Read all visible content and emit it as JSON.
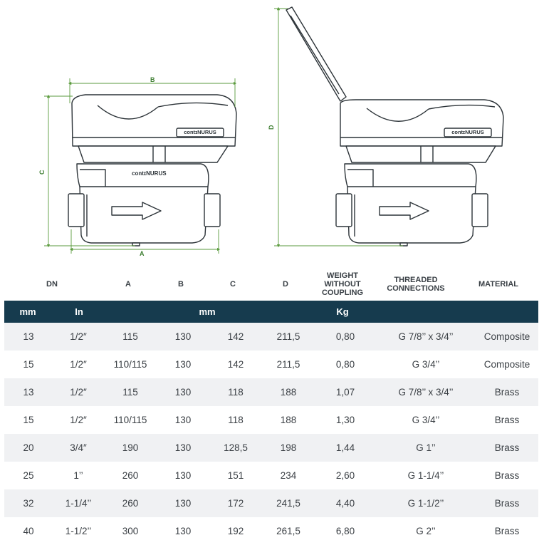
{
  "drawing": {
    "dim_labels": {
      "a": "A",
      "b": "B",
      "c": "C",
      "d": "D"
    },
    "brand": "contɪNURUS",
    "accent_color": "#5a9a3c"
  },
  "header": {
    "dn": "DN",
    "a": "A",
    "b": "B",
    "c": "C",
    "d": "D",
    "weight": "WEIGHT WITHOUT COUPLING",
    "threaded": "THREADED CONNECTIONS",
    "material": "MATERIAL"
  },
  "units": {
    "mm": "mm",
    "in": "In",
    "mm2": "mm",
    "kg": "Kg"
  },
  "rows": [
    [
      "13",
      "1/2″",
      "115",
      "130",
      "142",
      "211,5",
      "0,80",
      "G 7/8’’ x 3/4’’",
      "Composite"
    ],
    [
      "15",
      "1/2″",
      "110/115",
      "130",
      "142",
      "211,5",
      "0,80",
      "G 3/4’’",
      "Composite"
    ],
    [
      "13",
      "1/2″",
      "115",
      "130",
      "118",
      "188",
      "1,07",
      "G 7/8’’ x 3/4’’",
      "Brass"
    ],
    [
      "15",
      "1/2″",
      "110/115",
      "130",
      "118",
      "188",
      "1,30",
      "G 3/4’’",
      "Brass"
    ],
    [
      "20",
      "3/4″",
      "190",
      "130",
      "128,5",
      "198",
      "1,44",
      "G 1’’",
      "Brass"
    ],
    [
      "25",
      "1’’",
      "260",
      "130",
      "151",
      "234",
      "2,60",
      "G 1-1/4’’",
      "Brass"
    ],
    [
      "32",
      "1-1/4’’",
      "260",
      "130",
      "172",
      "241,5",
      "4,40",
      "G 1-1/2’’",
      "Brass"
    ],
    [
      "40",
      "1-1/2’’",
      "300",
      "130",
      "192",
      "261,5",
      "6,80",
      "G 2’’",
      "Brass"
    ]
  ]
}
